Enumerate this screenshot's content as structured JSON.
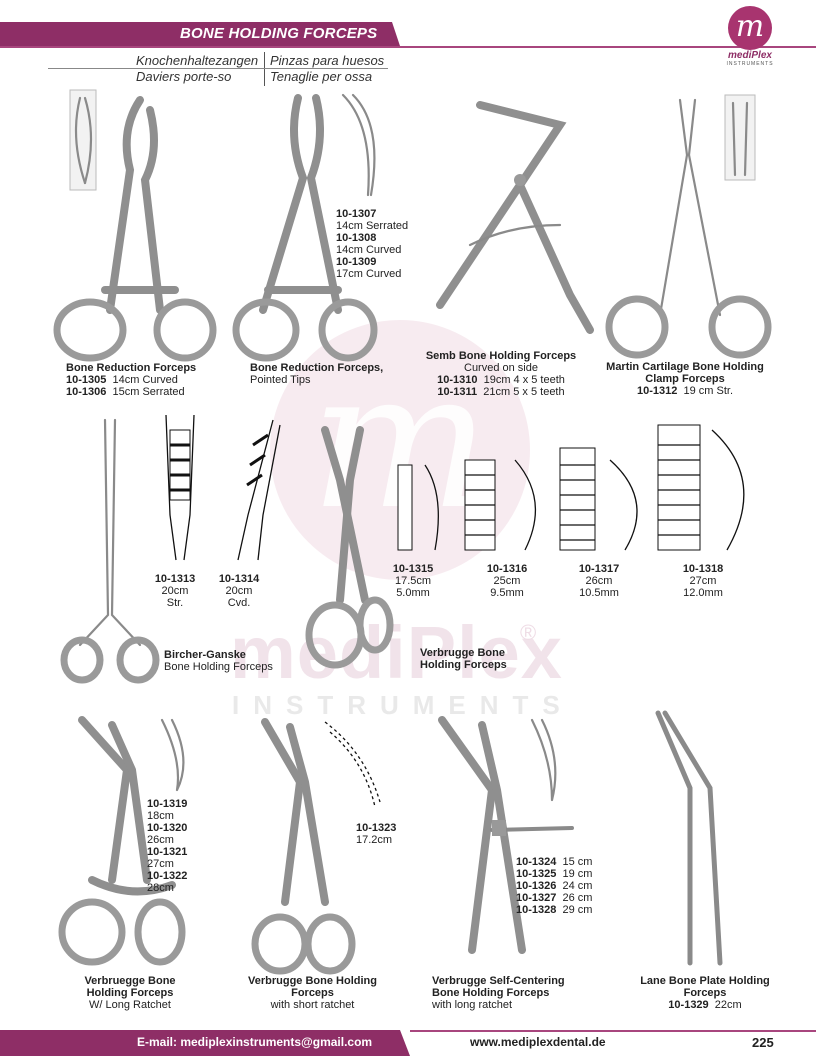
{
  "header": {
    "title": "BONE HOLDING FORCEPS",
    "translations": [
      "Knochenhaltezangen",
      "Pinzas para huesos",
      "Daviers porte-so",
      "Tenaglie per ossa"
    ]
  },
  "logo": {
    "name": "mediPlex",
    "sub": "INSTRUMENTS"
  },
  "watermark": {
    "name": "mediPlex",
    "sub": "INSTRUMENTS",
    "reg": "®"
  },
  "products": {
    "p1": {
      "title": "Bone Reduction Forceps",
      "items": [
        {
          "code": "10-1305",
          "desc": "14cm Curved"
        },
        {
          "code": "10-1306",
          "desc": "15cm Serrated"
        }
      ]
    },
    "p2": {
      "title": "Bone Reduction Forceps,",
      "subtitle": "Pointed Tips",
      "items": [
        {
          "code": "10-1307",
          "desc": "14cm Serrated"
        },
        {
          "code": "10-1308",
          "desc": "14cm Curved"
        },
        {
          "code": "10-1309",
          "desc": "17cm Curved"
        }
      ]
    },
    "p3": {
      "title": "Semb Bone Holding Forceps",
      "subtitle": "Curved on side",
      "items": [
        {
          "code": "10-1310",
          "desc": "19cm 4 x 5 teeth"
        },
        {
          "code": "10-1311",
          "desc": "21cm 5 x 5 teeth"
        }
      ]
    },
    "p4": {
      "title1": "Martin Cartilage Bone Holding",
      "title2": "Clamp Forceps",
      "code": "10-1312",
      "desc": "19 cm Str."
    },
    "p5": {
      "code1": "10-1313",
      "size1": "20cm",
      "type1": "Str.",
      "code2": "10-1314",
      "size2": "20cm",
      "type2": "Cvd.",
      "title": "Bircher-Ganske",
      "subtitle": "Bone Holding Forceps"
    },
    "p6": {
      "title1": "Verbrugge Bone",
      "title2": "Holding Forceps",
      "items": [
        {
          "code": "10-1315",
          "size": "17.5cm",
          "jaw": "5.0mm"
        },
        {
          "code": "10-1316",
          "size": "25cm",
          "jaw": "9.5mm"
        },
        {
          "code": "10-1317",
          "size": "26cm",
          "jaw": "10.5mm"
        },
        {
          "code": "10-1318",
          "size": "27cm",
          "jaw": "12.0mm"
        }
      ]
    },
    "p7": {
      "title1": "Verbruegge Bone",
      "title2": "Holding Forceps",
      "subtitle": "W/ Long Ratchet",
      "items": [
        {
          "code": "10-1319",
          "desc": "18cm"
        },
        {
          "code": "10-1320",
          "desc": "26cm"
        },
        {
          "code": "10-1321",
          "desc": "27cm"
        },
        {
          "code": "10-1322",
          "desc": "28cm"
        }
      ]
    },
    "p8": {
      "title1": "Verbrugge Bone Holding",
      "title2": "Forceps",
      "subtitle": "with short ratchet",
      "code": "10-1323",
      "desc": "17.2cm"
    },
    "p9": {
      "title1": "Verbrugge Self-Centering",
      "title2": "Bone Holding Forceps",
      "subtitle": "with long ratchet",
      "items": [
        {
          "code": "10-1324",
          "desc": "15 cm"
        },
        {
          "code": "10-1325",
          "desc": "19 cm"
        },
        {
          "code": "10-1326",
          "desc": "24 cm"
        },
        {
          "code": "10-1327",
          "desc": "26 cm"
        },
        {
          "code": "10-1328",
          "desc": "29 cm"
        }
      ]
    },
    "p10": {
      "title1": "Lane Bone Plate Holding",
      "title2": "Forceps",
      "code": "10-1329",
      "desc": "22cm"
    }
  },
  "footer": {
    "email": "E-mail: mediplexinstruments@gmail.com",
    "website": "www.mediplexdental.de",
    "page": "225"
  }
}
